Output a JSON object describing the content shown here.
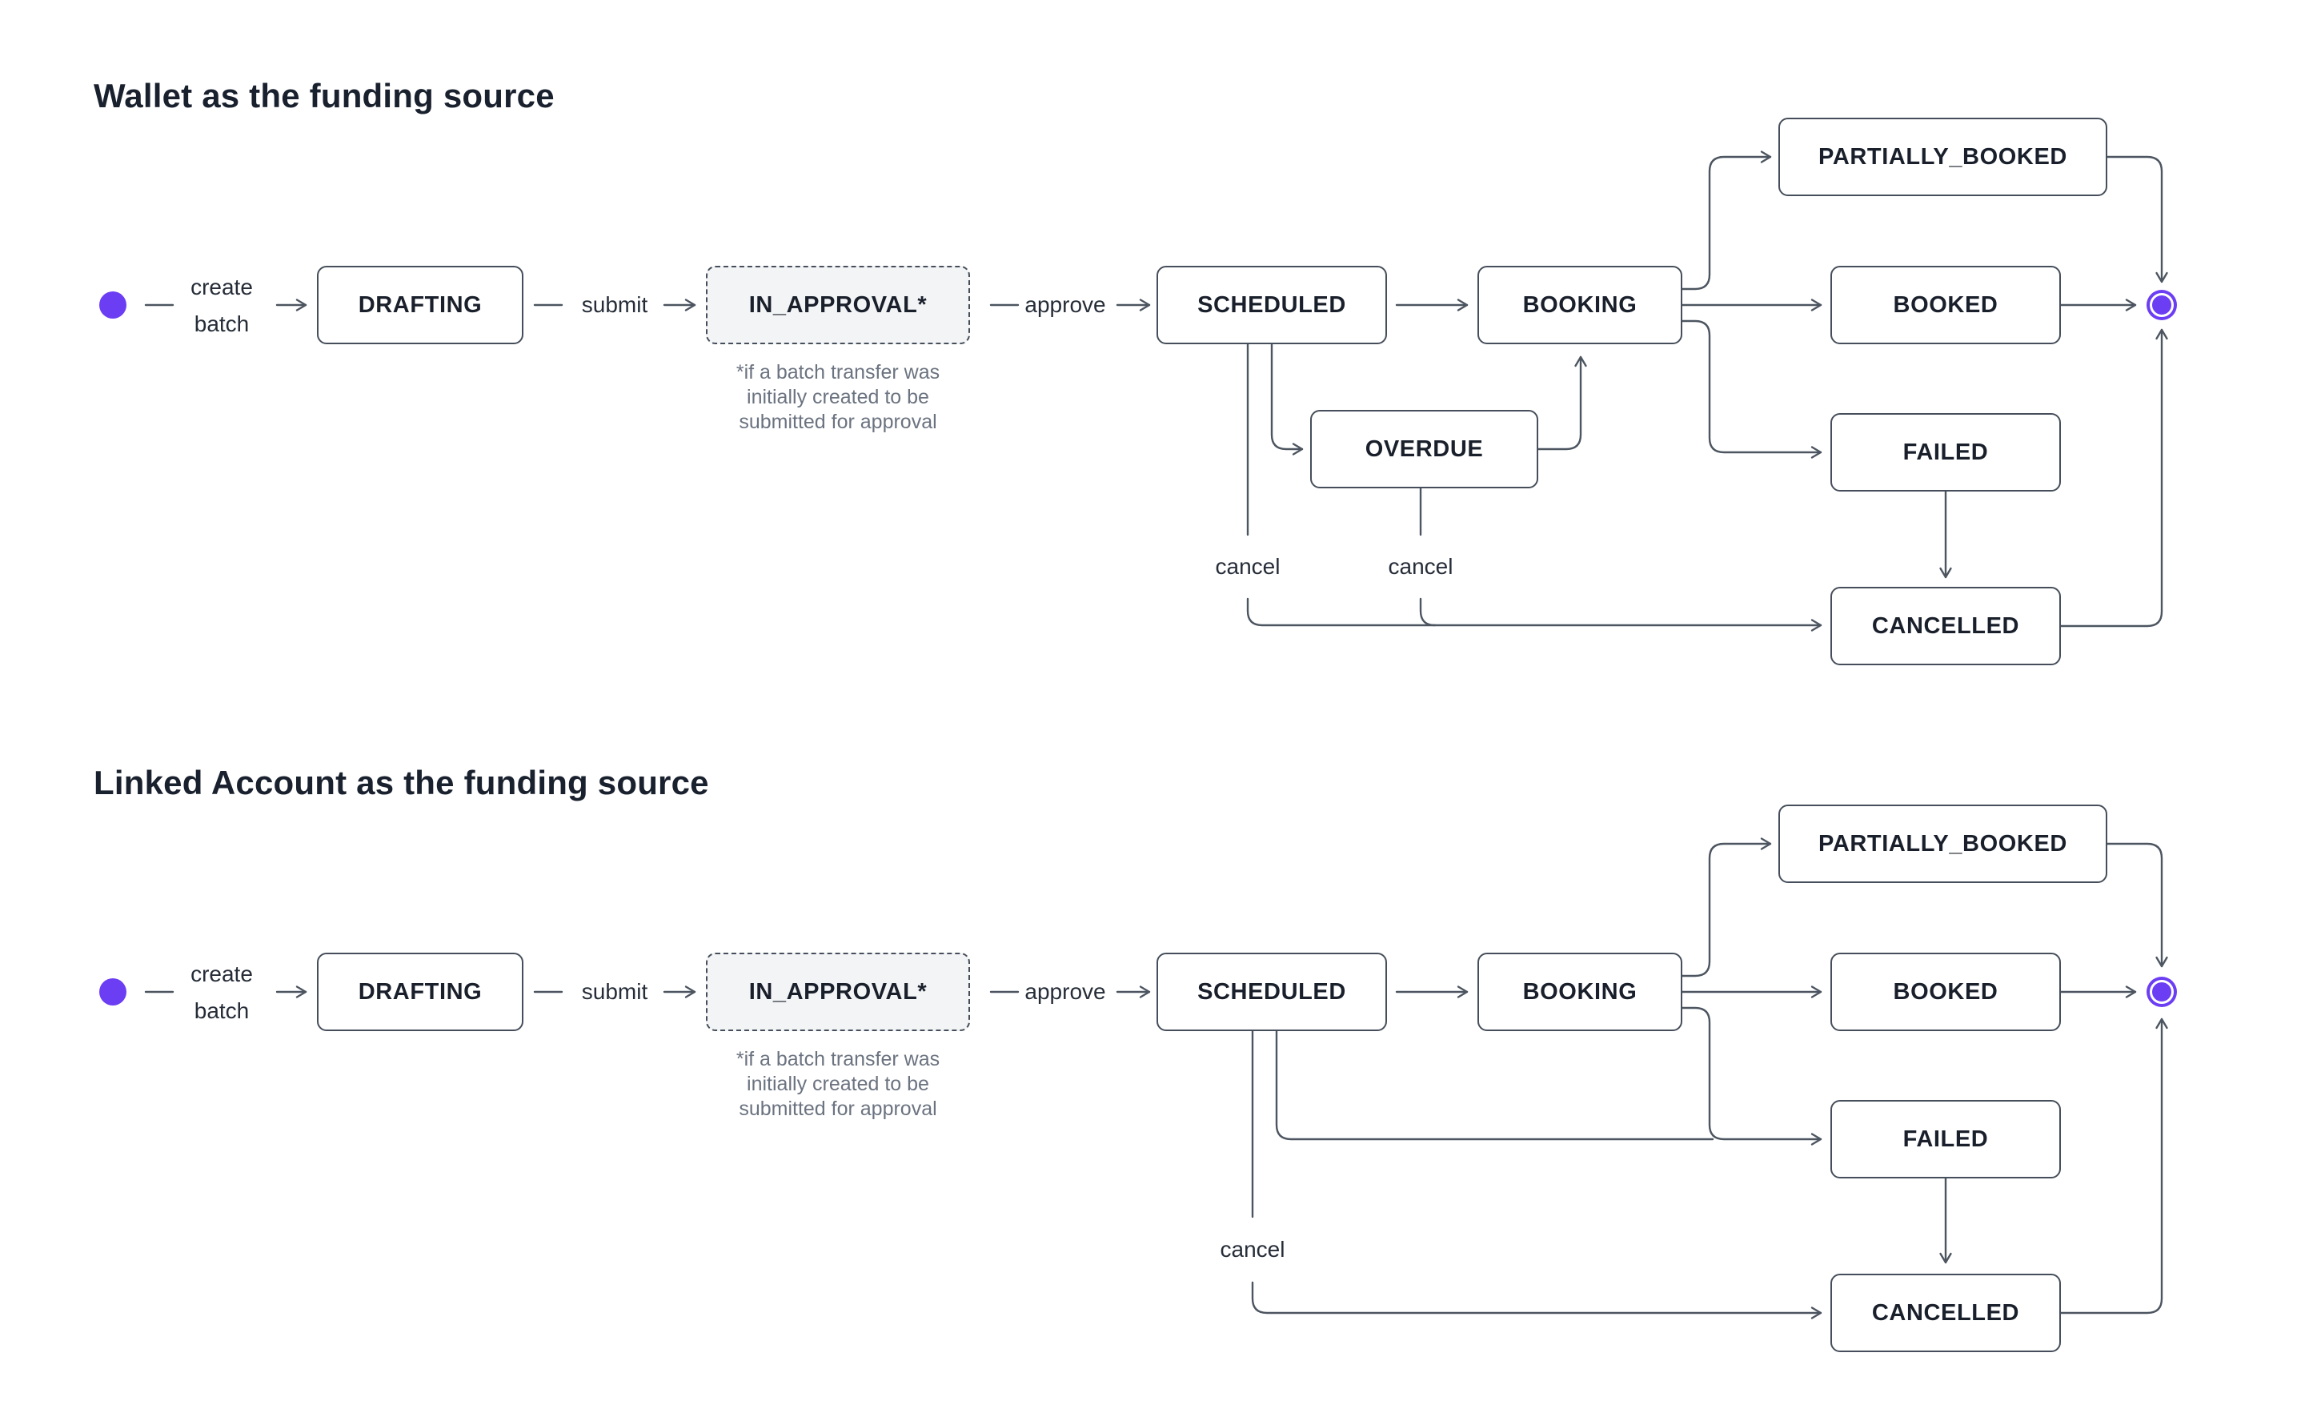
{
  "colors": {
    "accent_purple": "#6c3ef3",
    "box_border": "#454e5a",
    "connector_line": "#4c5560",
    "text_dark": "#1a202b",
    "note_gray": "#6b7380",
    "in_approval_fill": "#f3f4f6"
  },
  "diagram_wallet": {
    "title": "Wallet as the funding source",
    "start_event": {
      "line1": "create",
      "line2": "batch"
    },
    "transitions": {
      "submit": "submit",
      "approve": "approve",
      "cancel_scheduled": "cancel",
      "cancel_overdue": "cancel"
    },
    "states": {
      "drafting": "DRAFTING",
      "in_approval": "IN_APPROVAL*",
      "scheduled": "SCHEDULED",
      "booking": "BOOKING",
      "overdue": "OVERDUE",
      "partially_booked": "PARTIALLY_BOOKED",
      "booked": "BOOKED",
      "failed": "FAILED",
      "cancelled": "CANCELLED"
    },
    "note": {
      "line1": "*if a batch transfer was",
      "line2": "initially created to be",
      "line3": "submitted for approval"
    }
  },
  "diagram_linked_account": {
    "title": "Linked Account as the funding source",
    "start_event": {
      "line1": "create",
      "line2": "batch"
    },
    "transitions": {
      "submit": "submit",
      "approve": "approve",
      "cancel": "cancel"
    },
    "states": {
      "drafting": "DRAFTING",
      "in_approval": "IN_APPROVAL*",
      "scheduled": "SCHEDULED",
      "booking": "BOOKING",
      "partially_booked": "PARTIALLY_BOOKED",
      "booked": "BOOKED",
      "failed": "FAILED",
      "cancelled": "CANCELLED"
    },
    "note": {
      "line1": "*if a batch transfer was",
      "line2": "initially created to be",
      "line3": "submitted for approval"
    }
  }
}
